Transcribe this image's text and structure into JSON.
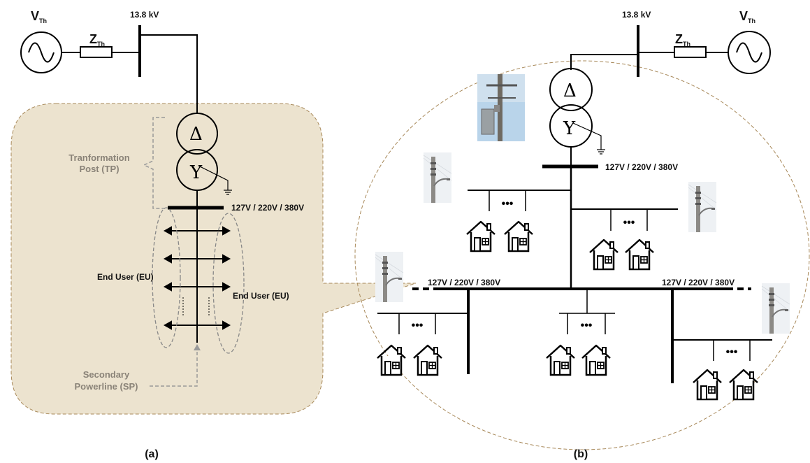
{
  "panel_a": {
    "source_label_main": "V",
    "source_label_sub": "Th",
    "impedance_label_main": "Z",
    "impedance_label_sub": "Th",
    "bus_voltage": "13.8 kV",
    "delta_symbol": "Δ",
    "wye_symbol": "Y",
    "tp_line1": "Tranformation",
    "tp_line2": "Post (TP)",
    "lv_voltage": "127V / 220V / 380V",
    "eu_left": "End User (EU)",
    "eu_right": "End User (EU)",
    "sp_line1": "Secondary",
    "sp_line2": "Powerline (SP)",
    "caption": "(a)"
  },
  "panel_b": {
    "source_label_main": "V",
    "source_label_sub": "Th",
    "impedance_label_main": "Z",
    "impedance_label_sub": "Th",
    "bus_voltage": "13.8 kV",
    "delta_symbol": "Δ",
    "wye_symbol": "Y",
    "lv_voltage_top": "127V / 220V / 380V",
    "lv_voltage_left": "127V / 220V / 380V",
    "lv_voltage_right": "127V / 220V / 380V",
    "ellipsis": "•••",
    "caption": "(b)"
  },
  "colors": {
    "callout_fill": "#ece3cf",
    "callout_stroke": "#a8895a",
    "line": "#000000",
    "annotation_gray": "#8a8378"
  },
  "icons": [
    "ac-source-icon",
    "impedance-icon",
    "transformer-icon",
    "ground-icon",
    "house-icon",
    "street-light-icon",
    "pole-transformer-photo"
  ]
}
